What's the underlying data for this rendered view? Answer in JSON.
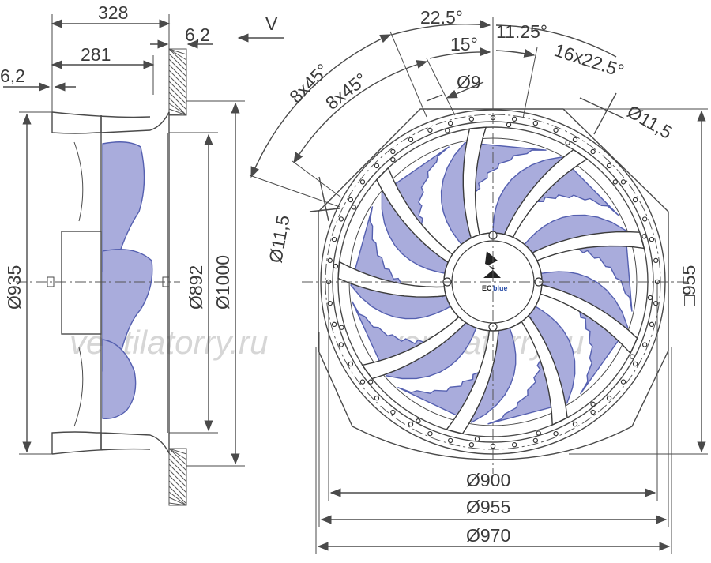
{
  "dimensions": {
    "side_view": {
      "overall_depth": "328",
      "inner_depth": "281",
      "flange_thickness": "6,2",
      "flange_thickness_left": "6,2",
      "view_arrow": "V",
      "diameter_guard": "Ø935",
      "diameter_inner": "Ø892",
      "diameter_panel": "Ø1000"
    },
    "front_view": {
      "angle_a": "22.5°",
      "angle_b": "15°",
      "angle_c": "11.25°",
      "pattern_top": "16x22.5°",
      "pattern_outer": "8x45°",
      "pattern_inner": "8x45°",
      "hole_small": "Ø9",
      "hole_right": "Ø11,5",
      "hole_left": "Ø11,5",
      "square_size": "□955",
      "diameter_1": "Ø900",
      "diameter_2": "Ø955",
      "diameter_3": "Ø970"
    }
  },
  "logo": {
    "text_ec": "EC",
    "text_blue": "blue"
  },
  "watermark": {
    "left": "ventilatorry.ru",
    "right": "ventilatorry.ru"
  },
  "colors": {
    "blade_fill": "#a9acdc",
    "blade_stroke": "#5560b0",
    "line": "#4a4a4a"
  }
}
